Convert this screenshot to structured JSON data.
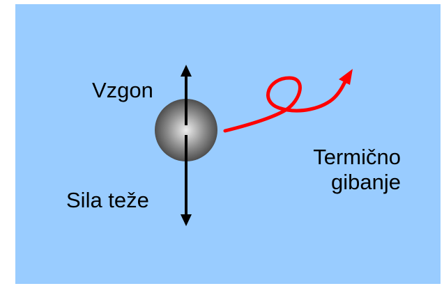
{
  "diagram": {
    "background_color": "#99ccff",
    "particle": {
      "name": "particle-sphere",
      "colors": [
        "#e8e8e8",
        "#808080",
        "#404040"
      ]
    },
    "forces": {
      "buoyancy": {
        "label": "Vzgon",
        "direction": "up",
        "color": "#000000"
      },
      "gravity": {
        "label": "Sila teže",
        "direction": "down",
        "color": "#000000"
      }
    },
    "thermal_motion": {
      "label_line1": "Termično",
      "label_line2": "gibanje",
      "path_color": "#ff0000"
    }
  }
}
